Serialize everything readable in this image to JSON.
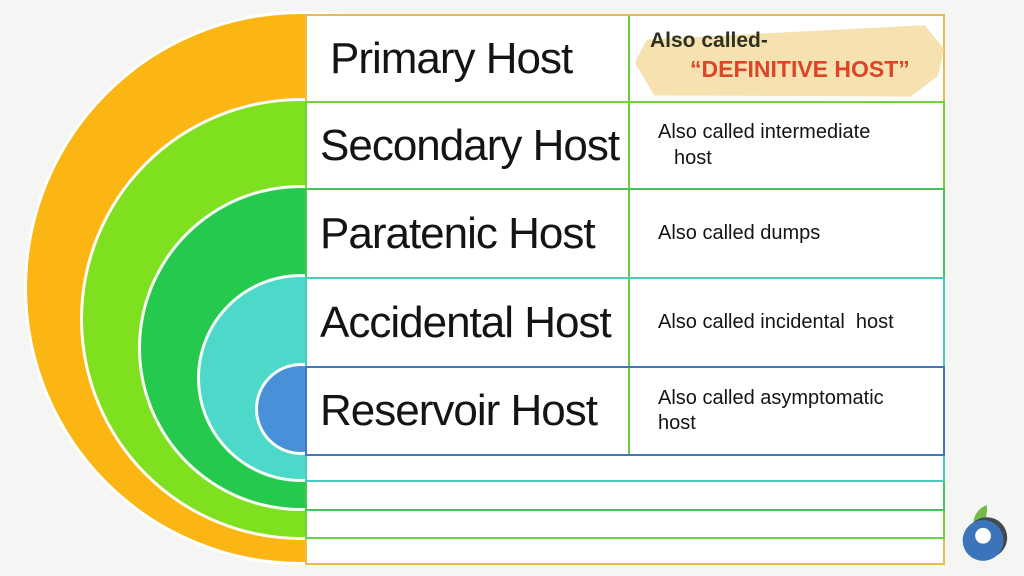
{
  "colors": {
    "background": "#F5F5F4",
    "table_bg": "#FFFFFF",
    "text": "#141414",
    "ring_orange": "#FBB614",
    "ring_light_green": "#7EE01E",
    "ring_green": "#24C94E",
    "ring_cyan": "#4CD9C9",
    "ring_blue": "#4890D7",
    "border_orange": "#E9BC4A",
    "border_light_green": "#6ED43A",
    "border_green": "#47C35B",
    "border_cyan": "#4EC9C0",
    "border_blue": "#3F78BC",
    "divider_green": "#65CC44",
    "highlight_bg": "#F6E2B0",
    "note_intro_color": "#2E3220",
    "note_emphasis_color": "#DC4527",
    "logo_leaf": "#77B94B",
    "logo_swirl": "#45494D",
    "logo_body": "#3B74BA"
  },
  "rows": [
    {
      "host": "Primary Host",
      "note": {
        "intro": "Also called-",
        "emphasis": "“DEFINITIVE HOST”"
      }
    },
    {
      "host": "Secondary Host",
      "note_lines": [
        "Also called intermediate",
        "host"
      ]
    },
    {
      "host": "Paratenic Host",
      "note_lines": [
        "Also called dumps"
      ]
    },
    {
      "host": "Accidental Host",
      "note_lines": [
        "Also called incidental  host"
      ]
    },
    {
      "host": "Reservoir Host",
      "note_lines": [
        "Also called asymptomatic",
        "host"
      ]
    }
  ],
  "logo": {
    "icon": "b-droplet-brand-logo"
  }
}
